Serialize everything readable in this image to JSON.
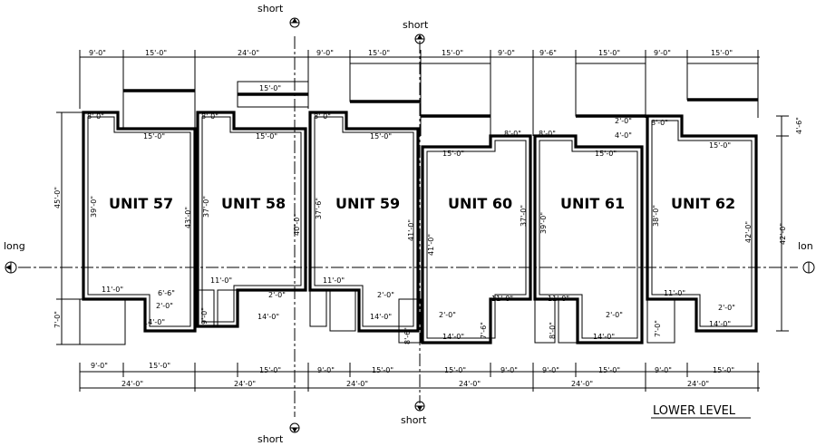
{
  "title": "LOWER LEVEL",
  "section_markers": {
    "short_top_left": "short",
    "short_top_center": "short",
    "short_bottom_center": "short",
    "short_bottom_left": "short",
    "long_left": "long",
    "long_right": "lon"
  },
  "units": [
    "UNIT 57",
    "UNIT 58",
    "UNIT 59",
    "UNIT 60",
    "UNIT 61",
    "UNIT 62"
  ],
  "top_dims": [
    "9'-0\"",
    "15'-0\"",
    "24'-0\"",
    "9'-0\"",
    "15'-0\"",
    "15'-0\"",
    "9'-0\"",
    "9'-6\"",
    "15'-0\"",
    "9'-0\"",
    "15'-0\""
  ],
  "bottom_dims_upper": [
    "9'-0\"",
    "15'-0\"",
    "15'-0\"",
    "9'-0\"",
    "15'-0\"",
    "15'-0\"",
    "9'-0\"",
    "9'-0\"",
    "15'-0\"",
    "9'-0\"",
    "15'-0\""
  ],
  "bottom_dims_lower": [
    "24'-0\"",
    "24'-0\"",
    "24'-0\"",
    "24'-0\"",
    "24'-0\"",
    "24'-0\""
  ],
  "side_dims": {
    "left_main": "45'-0\"",
    "left_lower": "7'-0\"",
    "right_main": "42'-0\"",
    "right_top": "4'-6\""
  },
  "interior_dims": {
    "u57_top_a": "8'-0\"",
    "u57_top_b": "15'-0\"",
    "u57_depth": "39'-0\"",
    "u57_right": "43'-0\"",
    "u57_b1": "11'-0\"",
    "u57_b2": "2'-0\"",
    "u57_b3": "14'-0\"",
    "u57_b4": "6'-6\"",
    "u58_top_a": "15'-0\"",
    "u58_top_b": "8'-0\"",
    "u58_top_c": "15'-0\"",
    "u58_depth": "37'-0\"",
    "u58_right": "40'-0\"",
    "u58_b1": "11'-0\"",
    "u58_b2": "2'-0\"",
    "u58_b3": "14'-0\"",
    "u58_b4": "9'-0\"",
    "u59_top_a": "8'-0\"",
    "u59_top_b": "15'-0\"",
    "u59_depth": "37'-6\"",
    "u59_right": "41'-0\"",
    "u59_b1": "11'-0\"",
    "u59_b2": "2'-0\"",
    "u59_b3": "14'-0\"",
    "u59_b4": "8'-6\"",
    "u60_top_a": "15'-0\"",
    "u60_top_b": "8'-0\"",
    "u60_depth": "41'-0\"",
    "u60_right": "37'-0\"",
    "u60_b1": "11'-0\"",
    "u60_b2": "2'-0\"",
    "u60_b3": "14'-0\"",
    "u60_b4": "7'-6\"",
    "u61_top_a": "8'-0\"",
    "u61_top_b": "15'-0\"",
    "u61_top_c": "2'-0\"",
    "u61_top_d": "4'-0\"",
    "u61_depth": "39'-0\"",
    "u61_b1": "11'-0\"",
    "u61_b2": "2'-0\"",
    "u61_b3": "14'-0\"",
    "u61_b4": "8'-0\"",
    "u62_top_a": "8'-0\"",
    "u62_top_b": "15'-0\"",
    "u62_depth": "38'-0\"",
    "u62_right": "42'-0\"",
    "u62_b1": "11'-0\"",
    "u62_b2": "2'-0\"",
    "u62_b3": "14'-0\"",
    "u62_b4": "7'-0\""
  }
}
